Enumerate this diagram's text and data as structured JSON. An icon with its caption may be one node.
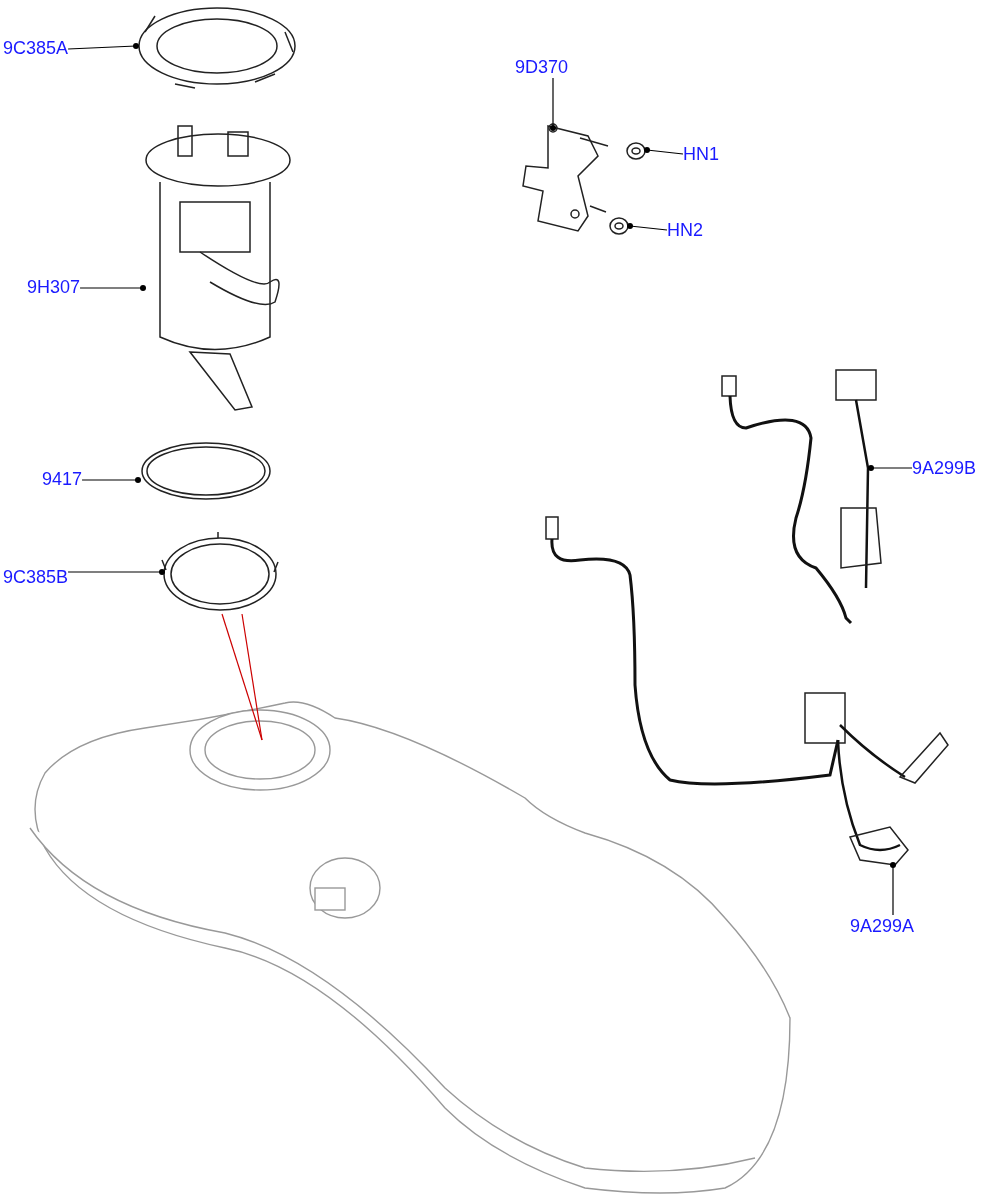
{
  "diagram": {
    "nodes": [
      {
        "text": [
          "9C385A"
        ]
      },
      {
        "text": [],
        "shape": "picture"
      },
      {
        "text": [
          "9H307"
        ]
      },
      {
        "text": [],
        "shape": "picture"
      },
      {
        "text": [
          "9417"
        ]
      },
      {
        "text": [],
        "shape": "picture"
      },
      {
        "text": [
          "9C385B"
        ]
      },
      {
        "text": [],
        "shape": "picture"
      },
      {
        "text": [
          "9D370"
        ]
      },
      {
        "text": [],
        "shape": "picture"
      },
      {
        "text": [
          "HN1"
        ]
      },
      {
        "text": [],
        "shape": "picture"
      },
      {
        "text": [
          "HN2"
        ]
      },
      {
        "text": [],
        "shape": "picture"
      },
      {
        "text": [
          "9A299B"
        ]
      },
      {
        "text": [],
        "shape": "picture"
      },
      {
        "text": [
          "9A299A"
        ]
      },
      {
        "text": [],
        "shape": "picture"
      },
      {
        "text": [],
        "shape": "picture"
      }
    ],
    "edges": [
      {
        "from": 0,
        "to": 1,
        "arrow": "other"
      },
      {
        "from": 2,
        "to": 3,
        "arrow": "other"
      },
      {
        "from": 4,
        "to": 5,
        "arrow": "other"
      },
      {
        "from": 6,
        "to": 7,
        "arrow": "other"
      },
      {
        "from": 8,
        "to": 9,
        "arrow": "other"
      },
      {
        "from": 10,
        "to": 11,
        "arrow": "other"
      },
      {
        "from": 12,
        "to": 13,
        "arrow": "other"
      },
      {
        "from": 14,
        "to": 15,
        "arrow": "other"
      },
      {
        "from": 16,
        "to": 17,
        "arrow": "other"
      },
      {
        "from": 7,
        "to": 18,
        "arrow": "none",
        "color": "#cc0000"
      },
      {
        "from": 7,
        "to": 18,
        "arrow": "none",
        "color": "#cc0000"
      }
    ]
  }
}
